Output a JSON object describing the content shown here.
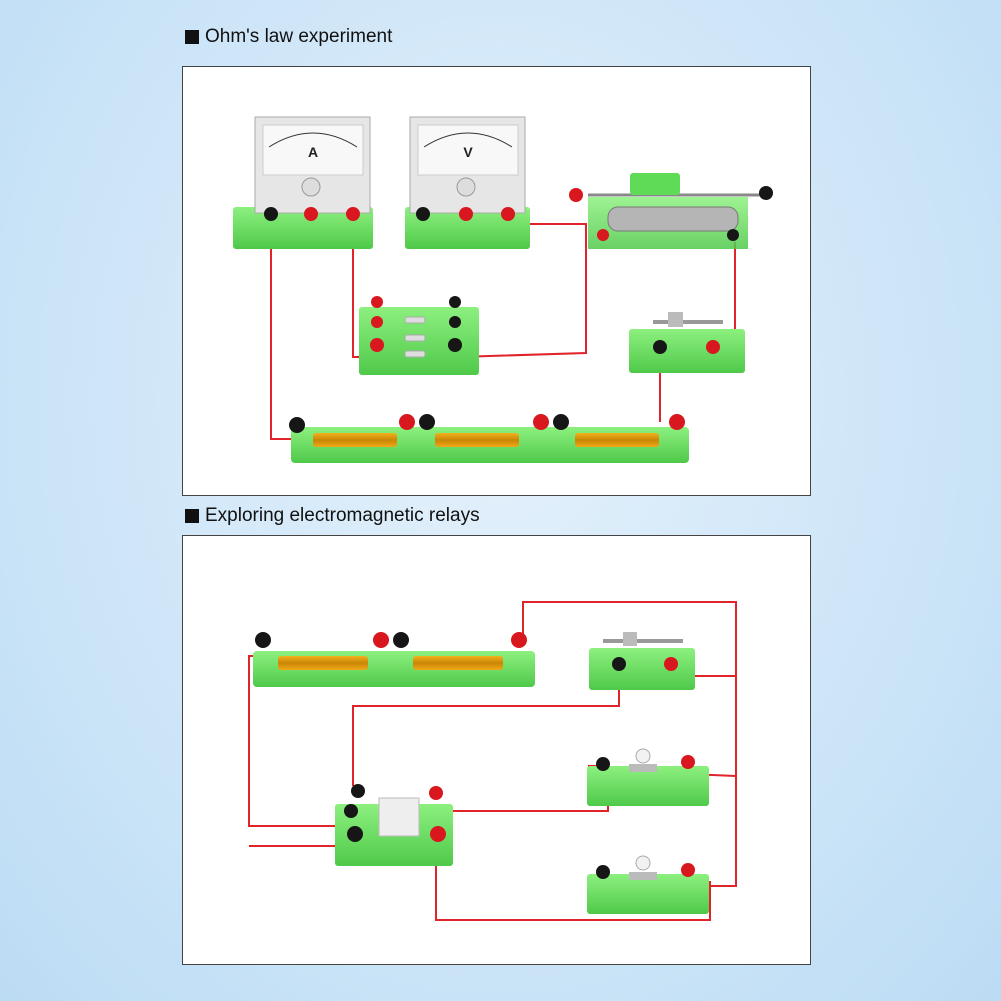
{
  "sections": [
    {
      "title": "Ohm's law experiment"
    },
    {
      "title": "Exploring electromagnetic relays"
    }
  ],
  "meters": {
    "ammeter_symbol": "A",
    "voltmeter_symbol": "V"
  },
  "colors": {
    "board_green": "#6fe06a",
    "wire_red": "#e0242a",
    "terminal_red": "#d8171f",
    "terminal_black": "#161616"
  }
}
